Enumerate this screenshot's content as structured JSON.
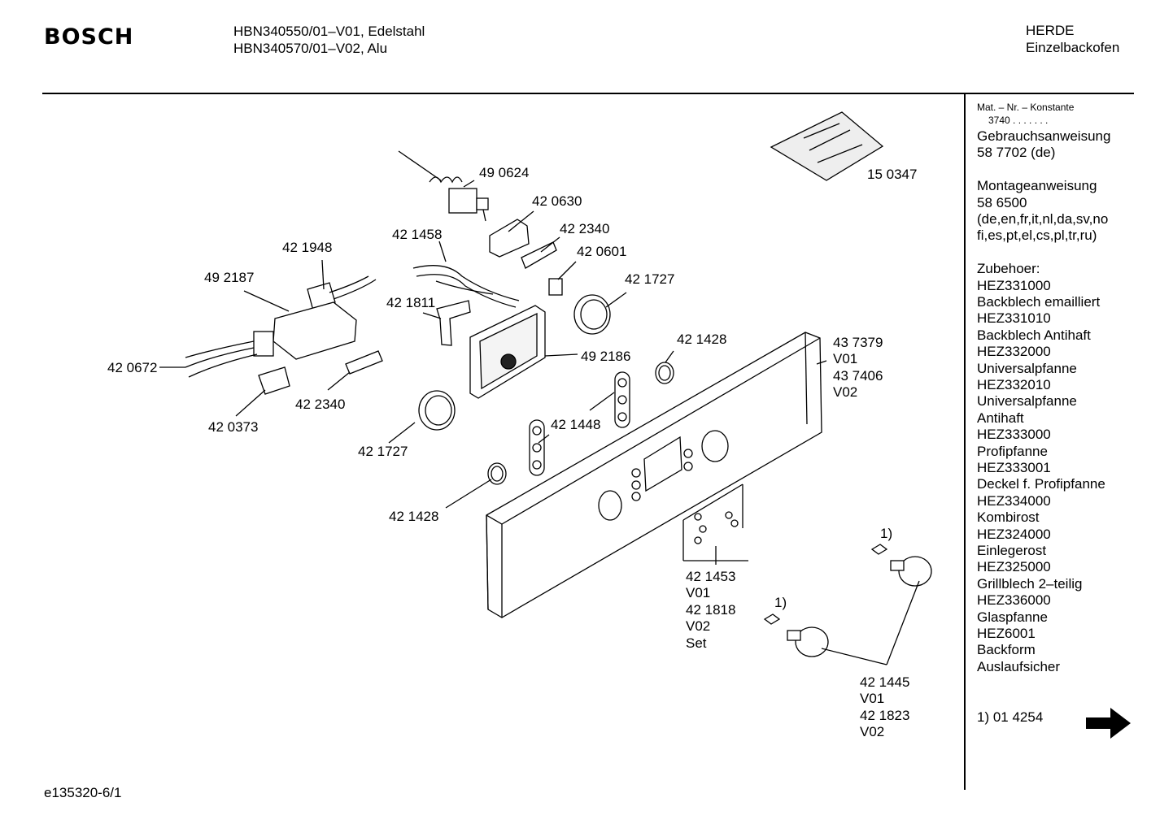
{
  "header": {
    "brand": "BOSCH",
    "model_line_1": "HBN340550/01–V01, Edelstahl",
    "model_line_2": "HBN340570/01–V02, Alu",
    "category_1": "HERDE",
    "category_2": "Einzelbackofen"
  },
  "sidebar": {
    "mat_label": "Mat. – Nr. – Konstante",
    "mat_value": "3740 . . . . . . .",
    "lines": [
      "Gebrauchsanweisung",
      "58 7702 (de)",
      "",
      "Montageanweisung",
      "58 6500",
      "(de,en,fr,it,nl,da,sv,no",
      "fi,es,pt,el,cs,pl,tr,ru)",
      "",
      "Zubehoer:",
      "HEZ331000",
      "Backblech emailliert",
      "HEZ331010",
      "Backblech Antihaft",
      "HEZ332000",
      "Universalpfanne",
      "HEZ332010",
      "Universalpfanne",
      "Antihaft",
      "HEZ333000",
      "Profipfanne",
      "HEZ333001",
      "Deckel f. Profipfanne",
      "HEZ334000",
      "Kombirost",
      "HEZ324000",
      "Einlegerost",
      "HEZ325000",
      "Grillblech 2–teilig",
      "HEZ336000",
      "Glaspfanne",
      "HEZ6001",
      "Backform",
      "Auslaufsicher"
    ],
    "footnote": "1) 01 4254",
    "next_arrow": "arrow-right-icon"
  },
  "parts": {
    "p150347": "15 0347",
    "p490624": "49 0624",
    "p420630": "42 0630",
    "p422340a": "42 2340",
    "p421458": "42 1458",
    "p420601": "42 0601",
    "p421948": "42 1948",
    "p421727a": "42 1727",
    "p492187": "49 2187",
    "p421811": "42 1811",
    "p421428a": "42 1428",
    "p437379": "43 7379",
    "v01a": "V01",
    "p437406": "43 7406",
    "v02a": "V02",
    "p420672": "42 0672",
    "p492186": "49 2186",
    "p422340b": "42 2340",
    "p421448": "42 1448",
    "p420373": "42 0373",
    "p421727b": "42 1727",
    "p421428b": "42 1428",
    "p421453": "42 1453",
    "v01b": "V01",
    "p421818": "42 1818",
    "v02b": "V02",
    "set": "Set",
    "fn1a": "1)",
    "fn1b": "1)",
    "p421445": "42 1445",
    "v01c": "V01",
    "p421823": "42 1823",
    "v02c": "V02"
  },
  "footer": {
    "doc_id": "e135320-6/1"
  }
}
